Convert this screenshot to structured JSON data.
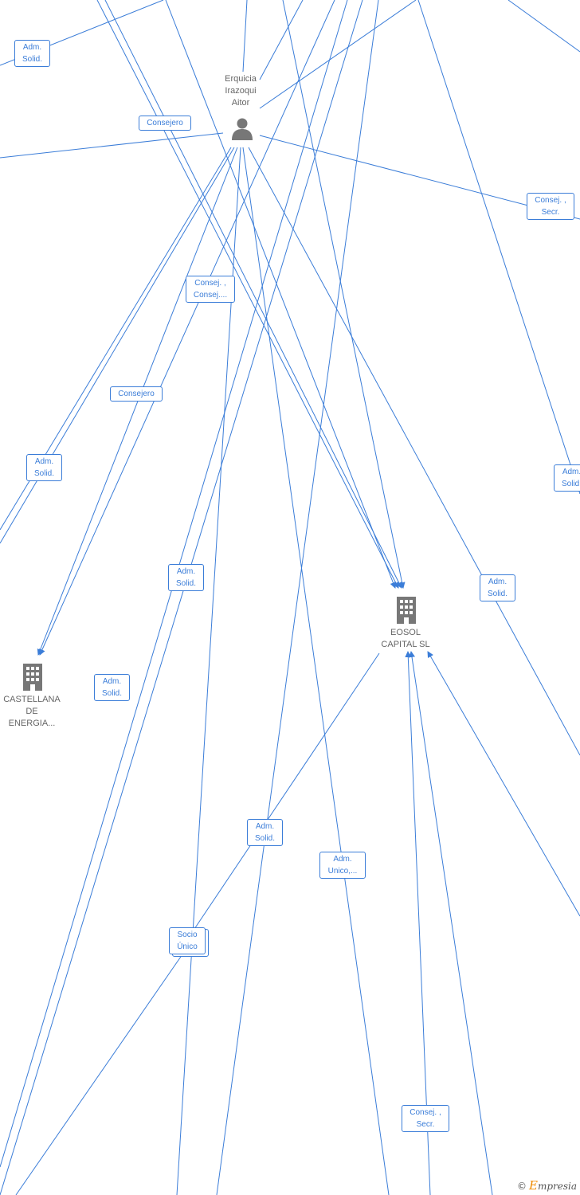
{
  "nodes": {
    "person": {
      "name_lines": [
        "Erquicia",
        "Irazoqui",
        "Aitor"
      ]
    },
    "eosol": {
      "name_lines": [
        "EOSOL",
        "CAPITAL  SL"
      ]
    },
    "castellana": {
      "name_lines": [
        "CASTELLANA",
        "DE",
        "ENERGIA..."
      ]
    }
  },
  "edge_labels": [
    {
      "lines": [
        "Adm.",
        "Solid."
      ]
    },
    {
      "lines": [
        "Consejero"
      ]
    },
    {
      "lines": [
        "Consej. ,",
        "Secr."
      ]
    },
    {
      "lines": [
        "Consej. ,",
        "Consej...."
      ]
    },
    {
      "lines": [
        "Consejero"
      ]
    },
    {
      "lines": [
        "Adm.",
        "Solid."
      ]
    },
    {
      "lines": [
        "Adm.",
        "Solid."
      ]
    },
    {
      "lines": [
        "Adm.",
        "Solid."
      ]
    },
    {
      "lines": [
        "Adm.",
        "Solid."
      ]
    },
    {
      "lines": [
        "Adm.",
        "Solid."
      ]
    },
    {
      "lines": [
        "Adm.",
        "Solid."
      ]
    },
    {
      "lines": [
        "Adm.",
        "Unico,..."
      ]
    },
    {
      "lines": [
        "Socio",
        "Único"
      ]
    },
    {
      "lines": [
        "Consej. ,",
        "Secr."
      ]
    }
  ],
  "watermark": {
    "copyright": "©",
    "brand_initial": "E",
    "brand_rest": "mpresia"
  },
  "colors": {
    "edge": "#3b7dd8",
    "node_icon": "#777777",
    "node_text": "#666666",
    "brand": "#f08c00"
  }
}
